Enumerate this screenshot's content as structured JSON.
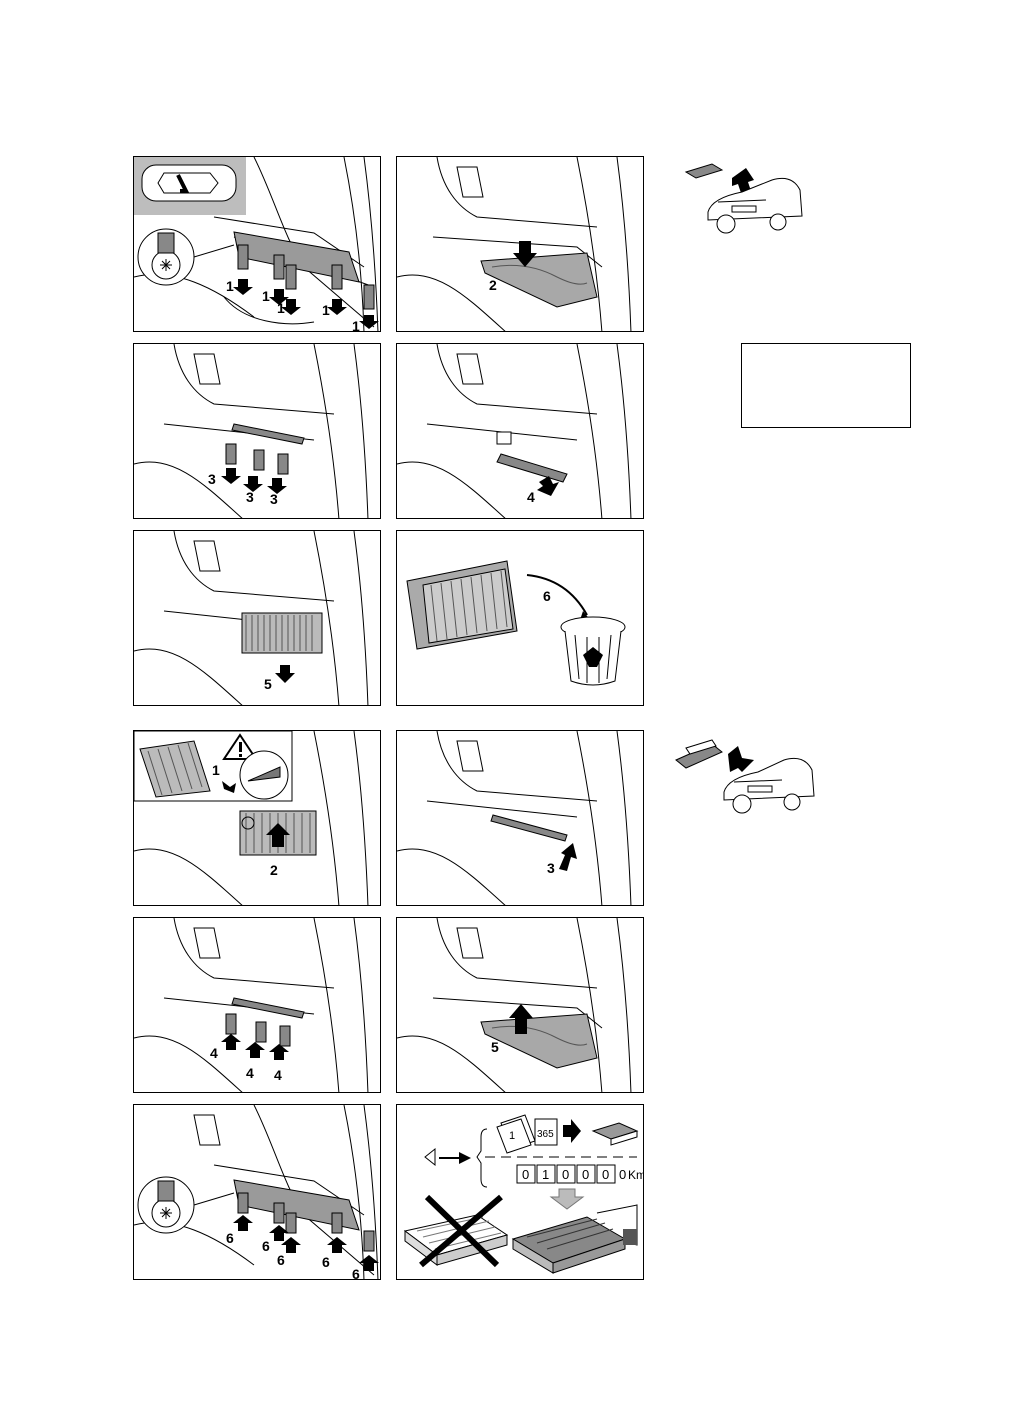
{
  "steps": {
    "s1": [
      "1",
      "1",
      "1",
      "1",
      "1"
    ],
    "s2": "2",
    "s3": [
      "3",
      "3",
      "3"
    ],
    "s4": "4",
    "s5": "5",
    "s6": "6",
    "i1": "1",
    "i2": "2",
    "i3": "3",
    "i4": [
      "4",
      "4",
      "4"
    ],
    "i5": "5",
    "i6": [
      "6",
      "6",
      "6",
      "6",
      "6"
    ]
  },
  "odometer": {
    "digits": [
      "0",
      "1",
      "0",
      "0",
      "0",
      "0"
    ],
    "unit": "Km"
  },
  "calendar": {
    "day_first": "1",
    "day_last": "365"
  },
  "icons": {
    "car_top_view": "car-top-view-icon",
    "removal_car": "car-filter-removal-icon",
    "install_car": "car-filter-install-icon",
    "warning": "warning-triangle-icon",
    "recycle": "recycle-bin-icon",
    "screw_head": "torx-screw-icon"
  }
}
